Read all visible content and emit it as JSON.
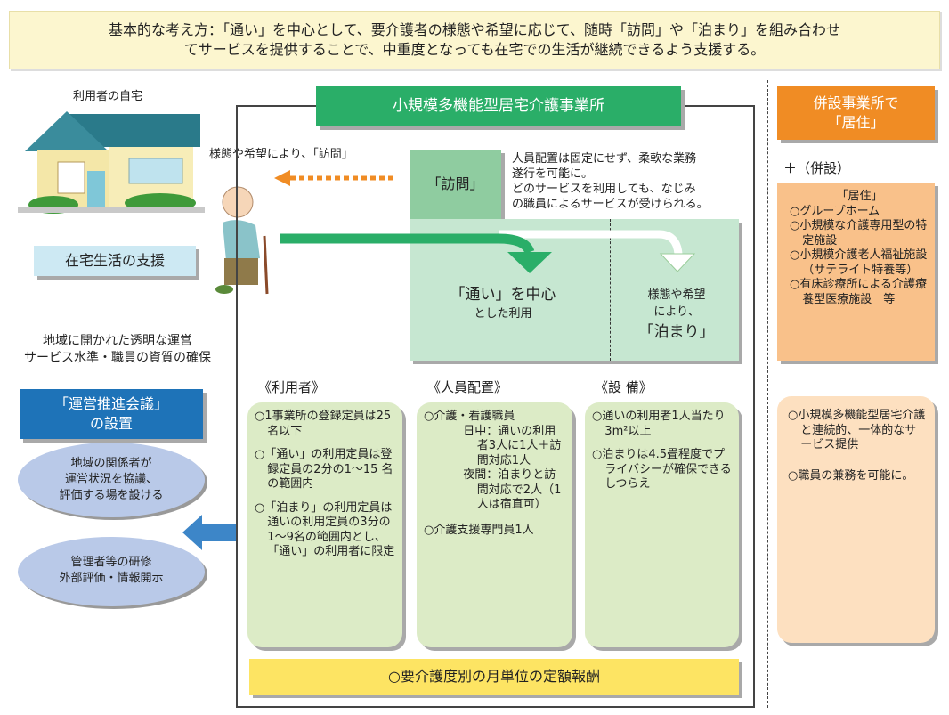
{
  "banner": {
    "line1": "基本的な考え方：「通い」を中心として、要介護者の様態や希望に応じて、随時「訪問」や「泊まり」を組み合わせ",
    "line2": "てサービスを提供することで、中重度となっても在宅での生活が継続できるよう支援する。"
  },
  "home": {
    "label": "利用者の自宅",
    "support": "在宅生活の支援"
  },
  "visit_note": "様態や希望により、「訪問」",
  "facility": {
    "title": "小規模多機能型居宅介護事業所",
    "visit": "「訪問」",
    "note": [
      "人員配置は固定にせず、柔軟な業務",
      "遂行を可能に。",
      "どのサービスを利用しても、なじみ",
      "の職員によるサービスが受けられる。"
    ],
    "day_main": "「通い」を中心",
    "day_sub": "とした利用",
    "stay_pre1": "様態や希望",
    "stay_pre2": "により、",
    "stay": "「泊まり」"
  },
  "sections": {
    "users": {
      "title": "《利用者》",
      "items": [
        "○1事業所の登録定員は25名以下",
        "○「通い」の利用定員は登録定員の2分の1～15 名の範囲内",
        "○「泊まり」の利用定員は通いの利用定員の3分の1～9名の範囲内とし、「通い」の利用者に限定"
      ]
    },
    "staff": {
      "title": "《人員配置》",
      "head": "○介護・看護職員",
      "day": "日中：通いの利用者3人に1人＋訪問対応1人",
      "night": "夜間：泊まりと訪問対応で2人（1人は宿直可）",
      "support": "○介護支援専門員1人"
    },
    "equip": {
      "title": "《設 備》",
      "items": [
        "○通いの利用者1人当たり3m²以上",
        "○泊まりは4.5畳程度でプライバシーが確保できるしつらえ"
      ]
    }
  },
  "fee": "○要介護度別の月単位の定額報酬",
  "left": {
    "open1": "地域に開かれた透明な運営",
    "open2": "サービス水準・職員の資質の確保",
    "council1": "「運営推進会議」",
    "council2": "の設置",
    "ellipse1": [
      "地域の関係者が",
      "運営状況を協議、",
      "評価する場を設ける"
    ],
    "ellipse2": [
      "管理者等の研修",
      "外部評価・情報開示"
    ]
  },
  "right": {
    "title1": "併設事業所で",
    "title2": "「居住」",
    "plus": "＋（併設）",
    "res_head": "「居住」",
    "res_items": [
      "○グループホーム",
      "○小規模な介護専用型の特定施設",
      "○小規模介護老人福祉施設（サテライト特養等）",
      "○有床診療所による介護療養型医療施設　等"
    ],
    "merit": [
      "○小規模多機能型居宅介護と連続的、一体的なサービス提供",
      "○職員の兼務を可能に。"
    ]
  },
  "colors": {
    "green": "#2aae68",
    "orange": "#f08c24",
    "blue": "#1e73b8",
    "fee": "#fde463"
  }
}
